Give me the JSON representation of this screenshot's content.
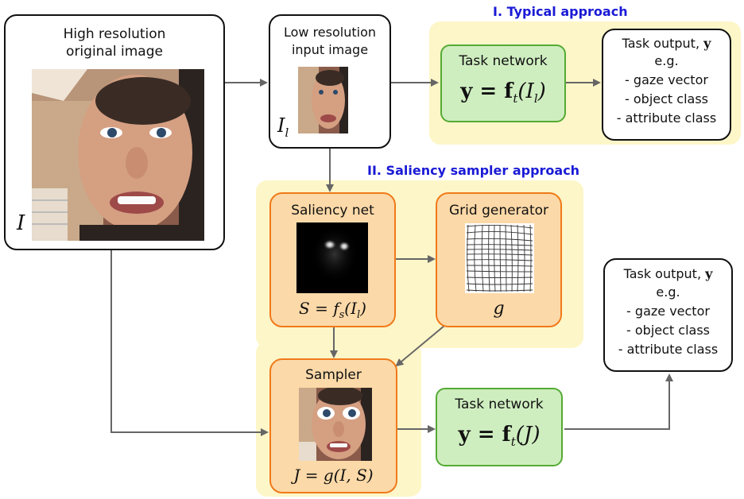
{
  "sections": {
    "typical": "I. Typical approach",
    "saliency": "II. Saliency sampler approach"
  },
  "original": {
    "title_line1": "High resolution",
    "title_line2": "original image",
    "symbol": "I"
  },
  "lowres": {
    "title_line1": "Low resolution",
    "title_line2": "input image",
    "symbol": "I",
    "symbol_sub": "l"
  },
  "task_top": {
    "title": "Task network",
    "formula": "y = f",
    "formula_sub": "t",
    "formula_arg": "(I",
    "formula_arg_sub": "l",
    "formula_close": ")"
  },
  "output_top": {
    "title": "Task output, ",
    "title_var": "y",
    "lines": [
      "e.g.",
      "- gaze vector",
      "- object class",
      "- attribute class"
    ]
  },
  "saliency_net": {
    "title": "Saliency net",
    "formula": "S = f",
    "formula_sub": "s",
    "formula_arg": "(I",
    "formula_arg_sub": "l",
    "formula_close": ")"
  },
  "grid_gen": {
    "title": "Grid generator",
    "symbol": "g"
  },
  "sampler": {
    "title": "Sampler",
    "formula": "J = g(I, S)"
  },
  "task_bottom": {
    "title": "Task network",
    "formula": "y = f",
    "formula_sub": "t",
    "formula_arg": "(J)"
  },
  "output_bottom": {
    "title": "Task output, ",
    "title_var": "y",
    "lines": [
      "e.g.",
      "- gaze vector",
      "- object class",
      "- attribute class"
    ]
  },
  "colors": {
    "arrow": "#666666",
    "section": "#1a1ad6",
    "orange_border": "#f07a1a",
    "orange_fill": "#fcd9a8",
    "green_border": "#55aa33",
    "green_fill": "#cfeec0",
    "panel": "#fdf6c8"
  }
}
